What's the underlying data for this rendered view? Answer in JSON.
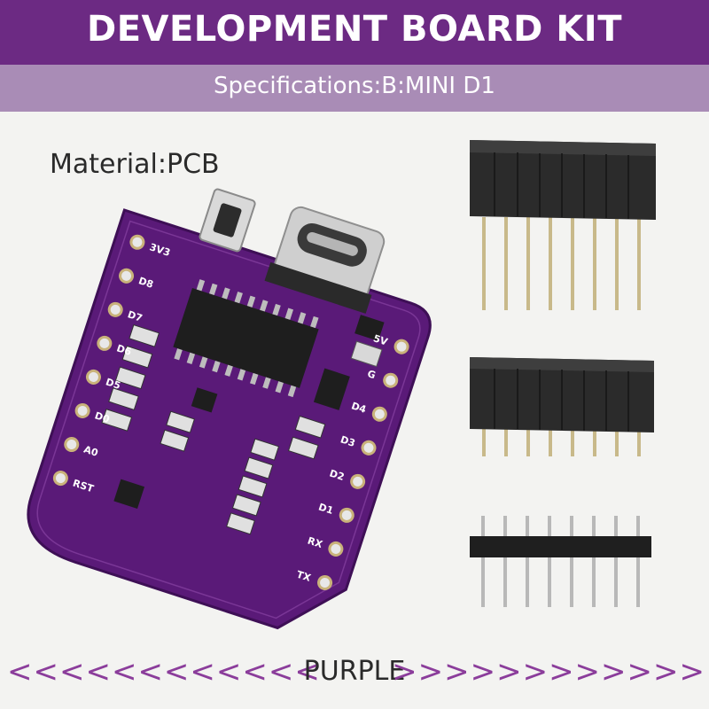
{
  "header": {
    "title": "DEVELOPMENT BOARD KIT",
    "subtitle": "Specifications:B:MINI D1"
  },
  "material_label": "Material:PCB",
  "footer": {
    "arrows_left": "<<<<<<<<<<<<",
    "color_name": "PURPLE",
    "arrows_right": ">>>>>>>>>>>>"
  },
  "board": {
    "pin_labels_left": [
      "3V3",
      "D8",
      "D7",
      "D6",
      "D5",
      "D0",
      "A0",
      "RST"
    ],
    "pin_labels_right": [
      "5V",
      "G",
      "D4",
      "D3",
      "D2",
      "D1",
      "RX",
      "TX"
    ],
    "pcb_color": "#5a1a78"
  },
  "colors": {
    "header_dark": "#6c2a83",
    "header_light": "#a98cb6",
    "arrows": "#8b3d9b"
  }
}
